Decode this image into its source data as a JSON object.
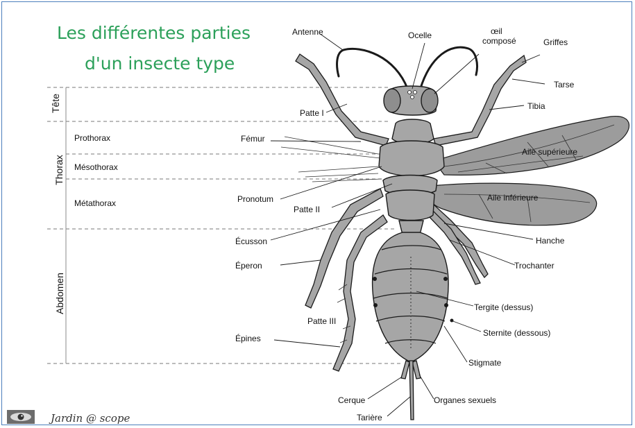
{
  "title": {
    "line1": "Les différentes parties",
    "line2": "d'un insecte type"
  },
  "regions": {
    "head": "Tête",
    "thorax": "Thorax",
    "abdomen": "Abdomen"
  },
  "thorax_parts": {
    "prothorax": "Prothorax",
    "mesothorax": "Mésothorax",
    "metathorax": "Métathorax"
  },
  "labels": {
    "antenne": "Antenne",
    "ocelle": "Ocelle",
    "oeil_line1": "œil",
    "oeil_line2": "composé",
    "griffes": "Griffes",
    "tarse": "Tarse",
    "tibia": "Tibia",
    "patte1": "Patte I",
    "femur": "Fémur",
    "aile_sup": "Aile supérieure",
    "aile_inf": "Aile inférieure",
    "pronotum": "Pronotum",
    "patte2": "Patte II",
    "ecusson": "Écusson",
    "hanche": "Hanche",
    "eperon": "Éperon",
    "trochanter": "Trochanter",
    "tergite": "Tergite (dessus)",
    "sternite": "Sternite (dessous)",
    "patte3": "Patte III",
    "epines": "Épines",
    "stigmate": "Stigmate",
    "cerque": "Cerque",
    "organes": "Organes sexuels",
    "tariere": "Tarière"
  },
  "logo": {
    "text": "Jardin @ scope"
  },
  "colors": {
    "title": "#2ca05a",
    "frame": "#4a7ebb",
    "body_fill": "#a6a6a6",
    "wing_fill": "#9c9c9c",
    "outline": "#1a1a1a"
  },
  "icons": [
    "eye-logo-icon"
  ]
}
